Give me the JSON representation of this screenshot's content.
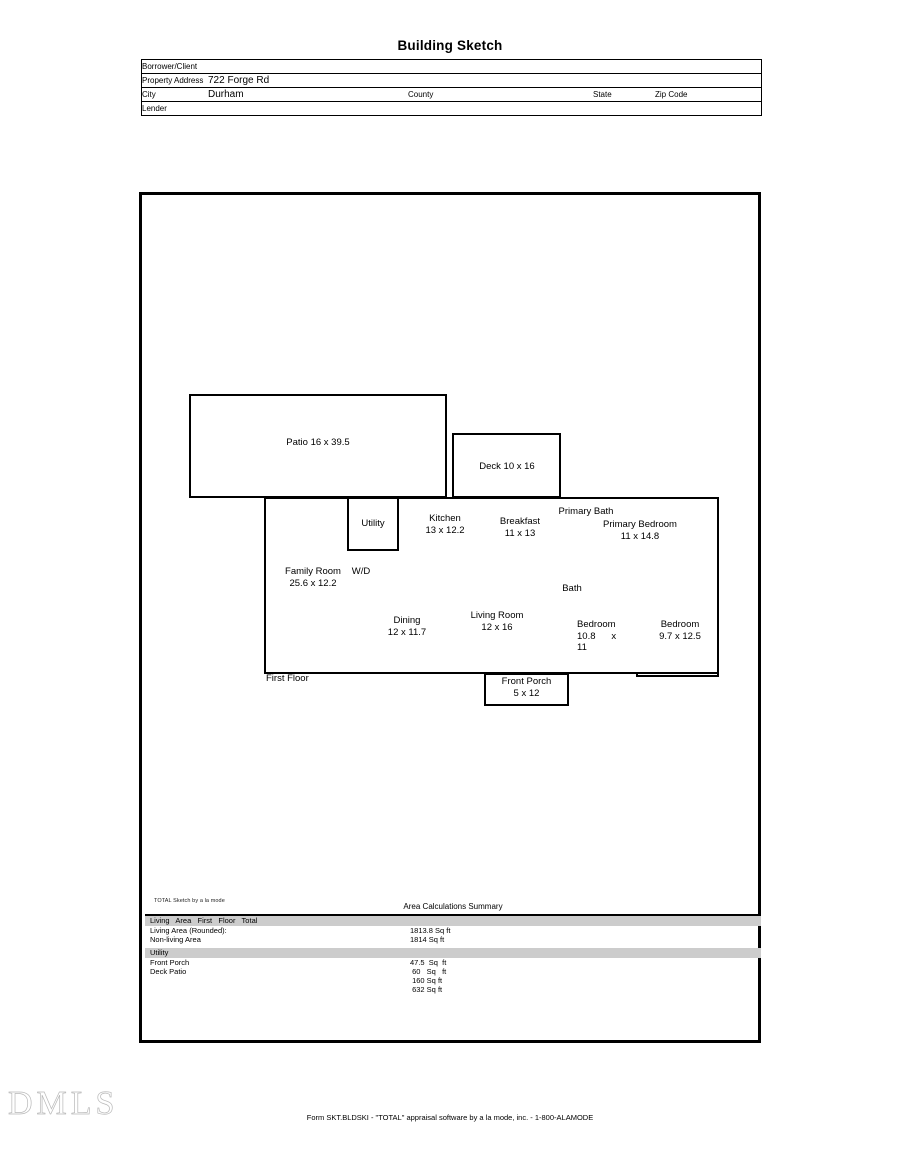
{
  "document": {
    "title": "Building Sketch",
    "watermark": "DMLS",
    "footer": "Form SKT.BLDSKI - \"TOTAL\" appraisal software by a la mode, inc. - 1-800-ALAMODE"
  },
  "header": {
    "rows": [
      {
        "label": "Borrower/Client",
        "value": ""
      },
      {
        "label": "Property Address",
        "value": "722 Forge Rd"
      }
    ],
    "city_label": "City",
    "city_value": "Durham",
    "county_label": "County",
    "county_value": "",
    "state_label": "State",
    "state_value": "",
    "zip_label": "Zip Code",
    "zip_value": "",
    "lender_label": "Lender",
    "lender_value": ""
  },
  "sketch": {
    "credit": "TOTAL Sketch by a la mode",
    "floor_label": "First Floor",
    "rooms": [
      {
        "name": "Patio",
        "label": "Patio 16 x 39.5"
      },
      {
        "name": "Deck",
        "label": "Deck 10 x 16"
      },
      {
        "name": "Utility",
        "label": "Utility"
      },
      {
        "name": "Kitchen",
        "label": "Kitchen\n13 x 12.2"
      },
      {
        "name": "Breakfast",
        "label": "Breakfast\n11 x 13"
      },
      {
        "name": "Primary Bath",
        "label": "Primary Bath"
      },
      {
        "name": "Primary Bedroom",
        "label": "Primary Bedroom\n11 x 14.8"
      },
      {
        "name": "Family Room",
        "label": "Family Room\n25.6 x 12.2"
      },
      {
        "name": "W/D",
        "label": "W/D"
      },
      {
        "name": "Bath",
        "label": "Bath"
      },
      {
        "name": "Dining",
        "label": "Dining\n12 x 11.7"
      },
      {
        "name": "Living Room",
        "label": "Living Room\n12 x 16"
      },
      {
        "name": "Bedroom 1",
        "label": "Bedroom\n10.8      x\n11"
      },
      {
        "name": "Bedroom 2",
        "label": "Bedroom\n9.7 x 12.5"
      },
      {
        "name": "Front Porch",
        "label": "Front Porch\n5 x 12"
      }
    ]
  },
  "summary": {
    "title": "Area Calculations Summary",
    "section_living": "Living   Area   First   Floor   Total",
    "section_utility": "Utility",
    "living_rows": [
      {
        "name": "Living Area (Rounded):",
        "value": "1813.8 Sq ft"
      },
      {
        "name": "Non-living Area",
        "value": "1814 Sq ft"
      }
    ],
    "utility_rows": [
      {
        "name": "Front Porch",
        "value": "47.5  Sq  ft"
      },
      {
        "name": "Deck Patio",
        "value": " 60   Sq   ft"
      },
      {
        "name": "",
        "value": " 160 Sq ft"
      },
      {
        "name": "",
        "value": " 632 Sq ft"
      }
    ]
  }
}
